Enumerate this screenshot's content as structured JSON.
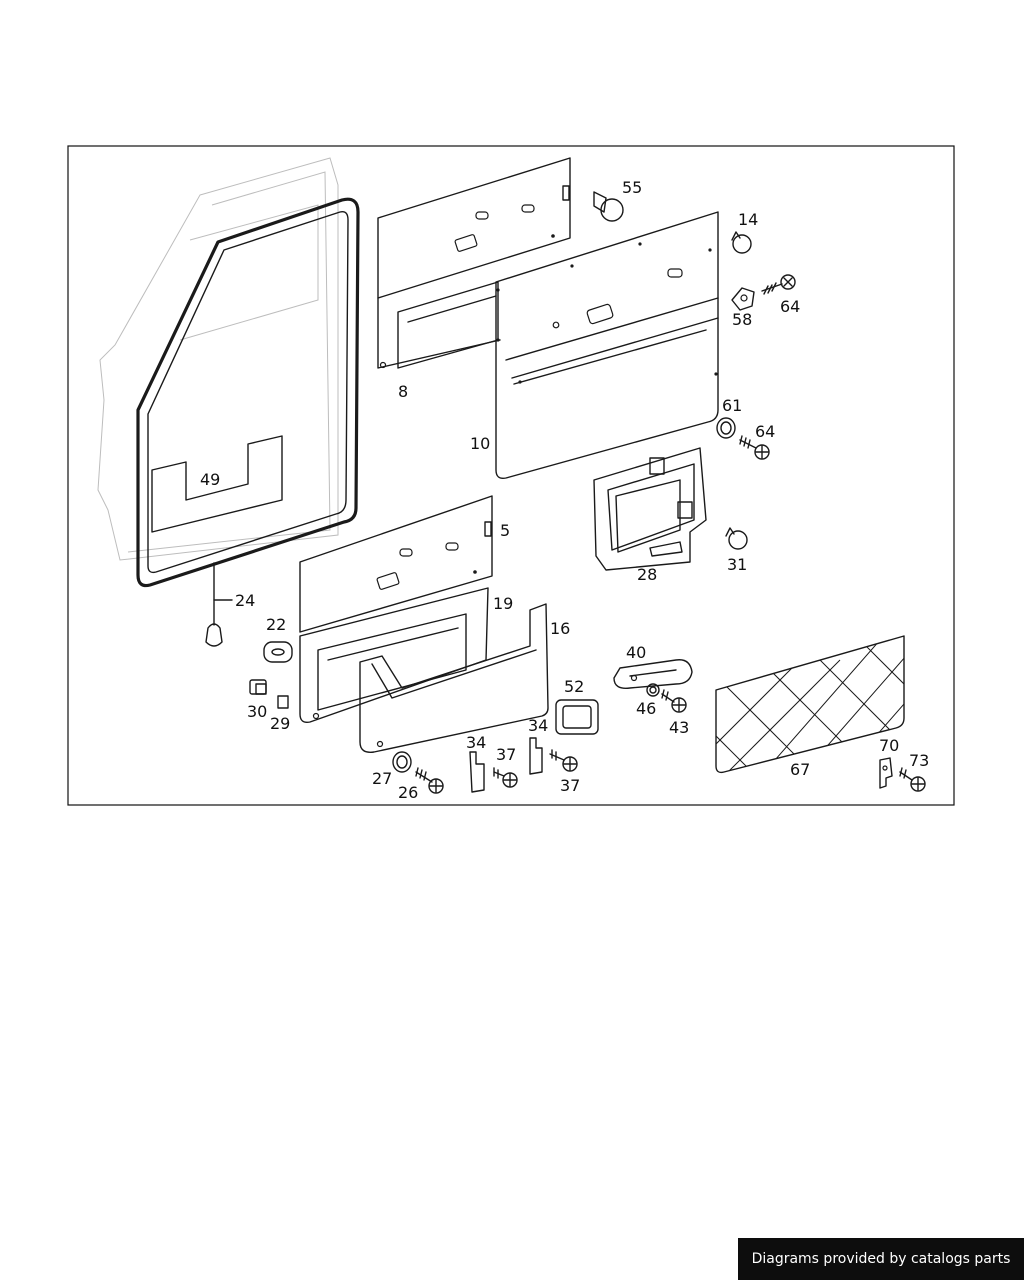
{
  "diagram": {
    "part_labels": {
      "p5": "5",
      "p8": "8",
      "p10": "10",
      "p14": "14",
      "p16": "16",
      "p19": "19",
      "p22": "22",
      "p24": "24",
      "p26": "26",
      "p27": "27",
      "p28": "28",
      "p29": "29",
      "p30": "30",
      "p31": "31",
      "p34a": "34",
      "p34b": "34",
      "p37a": "37",
      "p37b": "37",
      "p40": "40",
      "p43": "43",
      "p46": "46",
      "p49": "49",
      "p52": "52",
      "p55": "55",
      "p58": "58",
      "p61": "61",
      "p64a": "64",
      "p64b": "64",
      "p67": "67",
      "p70": "70",
      "p73": "73"
    }
  },
  "footer": {
    "credit": "Diagrams provided by catalogs parts"
  }
}
